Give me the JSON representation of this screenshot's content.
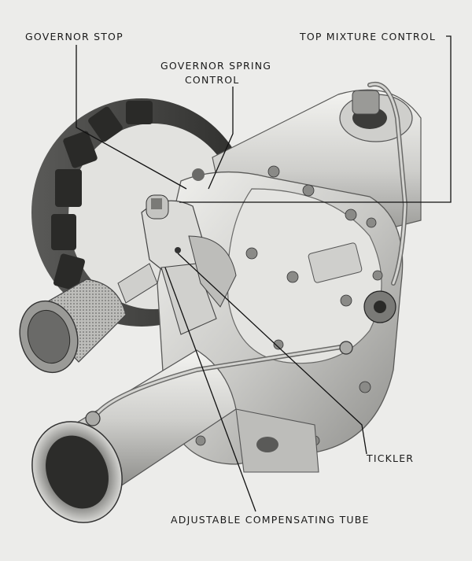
{
  "labels": {
    "governor_stop": "GOVERNOR STOP",
    "top_mixture_control": "TOP MIXTURE CONTROL",
    "governor_spring_control_line1": "GOVERNOR SPRING",
    "governor_spring_control_line2": "CONTROL",
    "tickler": "TICKLER",
    "adjustable_compensating_tube": "ADJUSTABLE COMPENSATING TUBE"
  },
  "colors": {
    "background": "#ececea",
    "ink": "#1a1a1a",
    "metal_light": "#d9d9d6",
    "metal_mid": "#a9a9a6",
    "metal_dark": "#4a4a48"
  }
}
